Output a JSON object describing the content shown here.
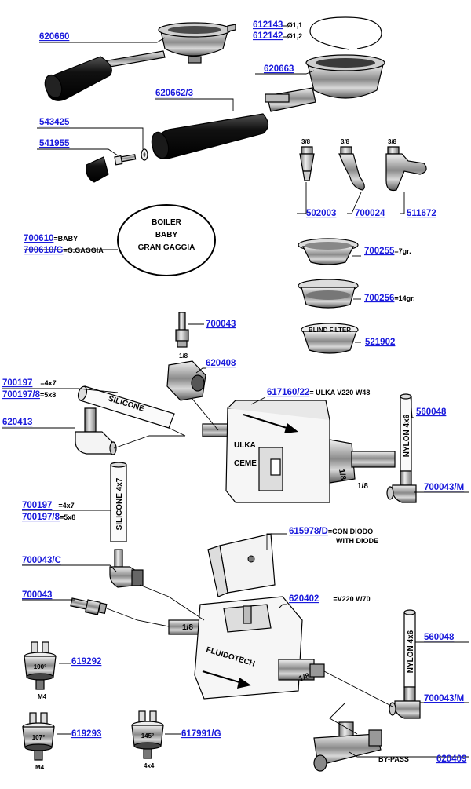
{
  "parts": {
    "p620660": {
      "code": "620660"
    },
    "p612143": {
      "code": "612143",
      "suffix": "=Ø1,1"
    },
    "p612142": {
      "code": "612142",
      "suffix": "=Ø1,2"
    },
    "p620663": {
      "code": "620663"
    },
    "p620662": {
      "code": "620662/3"
    },
    "p543425": {
      "code": "543425"
    },
    "p541955": {
      "code": "541955"
    },
    "p502003": {
      "code": "502003",
      "thread": "3/8"
    },
    "p700024": {
      "code": "700024",
      "thread": "3/8"
    },
    "p511672": {
      "code": "511672",
      "thread": "3/8"
    },
    "p700610": {
      "code": "700610",
      "suffix": "=BABY"
    },
    "p700610g": {
      "code": "700610/G",
      "suffix": "=G.GAGGIA"
    },
    "p700255": {
      "code": "700255",
      "suffix": "=7gr."
    },
    "p700256": {
      "code": "700256",
      "suffix": "=14gr."
    },
    "p521902": {
      "code": "521902",
      "label": "BLIND FILTER"
    },
    "p700043a": {
      "code": "700043"
    },
    "p620408": {
      "code": "620408",
      "thread": "1/8"
    },
    "p617160": {
      "code": "617160/22",
      "suffix": "= ULKA V220 W48"
    },
    "p700197a": {
      "code": "700197",
      "suffix": "=4x7"
    },
    "p700197_8a": {
      "code": "700197/8",
      "suffix": "=5x8"
    },
    "p620413": {
      "code": "620413"
    },
    "p560048a": {
      "code": "560048"
    },
    "p700043ma": {
      "code": "700043/M"
    },
    "p700197b": {
      "code": "700197",
      "suffix": "=4x7"
    },
    "p700197_8b": {
      "code": "700197/8",
      "suffix": "=5x8"
    },
    "p615978": {
      "code": "615978/D",
      "suffix": "=CON DIODO",
      "suffix2": "WITH DIODE"
    },
    "p700043c": {
      "code": "700043/C"
    },
    "p700043b": {
      "code": "700043"
    },
    "p620402": {
      "code": "620402",
      "suffix": "=V220 W70"
    },
    "p619292": {
      "code": "619292",
      "temp": "100°",
      "thread": "M4"
    },
    "p560048b": {
      "code": "560048"
    },
    "p700043mb": {
      "code": "700043/M"
    },
    "p619293": {
      "code": "619293",
      "temp": "107°",
      "thread": "M4"
    },
    "p617991": {
      "code": "617991/G",
      "temp": "145°",
      "thread": "4x4"
    },
    "p620409": {
      "code": "620409",
      "suffix": "BY-PASS"
    }
  },
  "labels": {
    "boiler": [
      "BOILER",
      "BABY",
      "GRAN GAGGIA"
    ],
    "silicone_tube_a": "SILICONE",
    "silicone_tube_b": "SILICONE 4x7",
    "nylon_tube_a": "NYLON 4x6",
    "nylon_tube_b": "NYLON 4x6",
    "pump_ulka": "ULKA",
    "pump_ceme": "CEME",
    "pump_fittings": [
      "1/8",
      "1/8"
    ],
    "pump_fluidotech": "FLUIDOTECH",
    "fluidotech_fittings": [
      "1/8",
      "1/8"
    ]
  }
}
